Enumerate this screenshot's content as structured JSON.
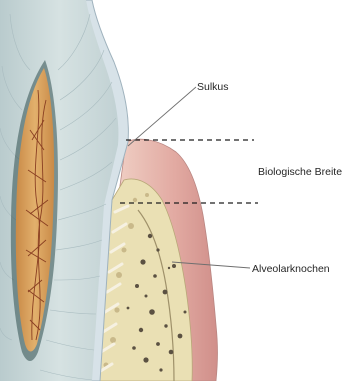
{
  "labels": {
    "sulcus": "Sulkus",
    "biologic_width": "Biologische Breite",
    "alveolar_bone": "Alveolarknochen"
  },
  "colors": {
    "enamel": "#d7e2e8",
    "dentin": "#cbd8da",
    "pulp": "#d9a05a",
    "gingiva": "#d99c98",
    "bone": "#eae0b4",
    "bone_pores": "#5b5142",
    "ligament": "#f2ecd8"
  }
}
